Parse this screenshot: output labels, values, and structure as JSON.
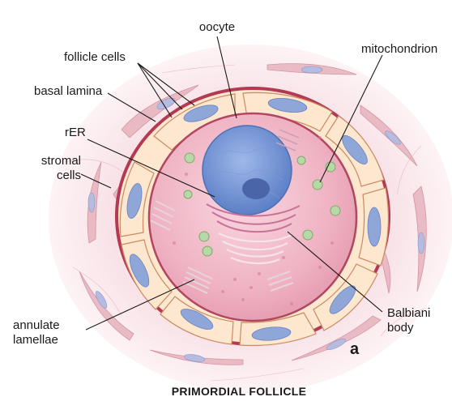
{
  "labels": {
    "oocyte": "oocyte",
    "follicle_cells": "follicle cells",
    "mitochondrion": "mitochondrion",
    "basal_lamina": "basal lamina",
    "rer": "rER",
    "stromal_line1": "stromal",
    "stromal_line2": "cells",
    "annulate_line1": "annulate",
    "annulate_line2": "lamellae",
    "balbiani_line1": "Balbiani",
    "balbiani_line2": "body"
  },
  "panel_letter": "a",
  "caption": "PRIMORDIAL FOLLICLE",
  "colors": {
    "stroma": "#f6dde3",
    "stromal_cell": "#e8b6c0",
    "basal_lamina": "#b43a54",
    "follicle_cell": "#fde7cf",
    "nucleus": "#8fa6d8",
    "oocyte": "#efb2c3",
    "oocyte_nucleus": "#6f8fd0"
  }
}
